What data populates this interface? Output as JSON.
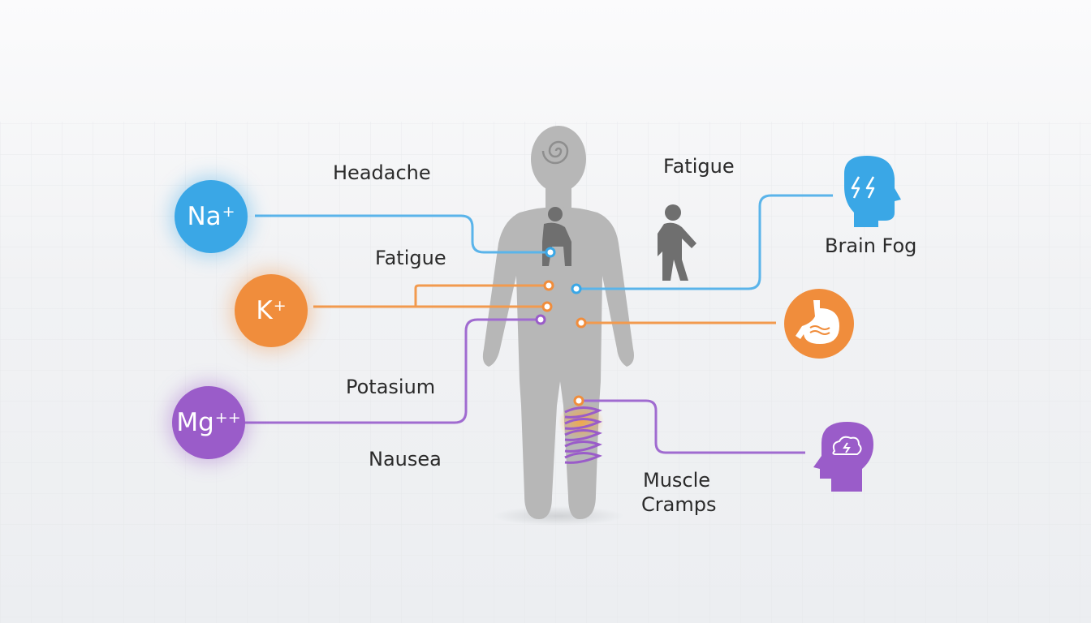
{
  "ions": {
    "sodium": {
      "label": "Na",
      "charge": "+",
      "color": "#3aa7e6"
    },
    "potassium": {
      "label": "K",
      "charge": "+",
      "color": "#f08d3c"
    },
    "magnesium": {
      "label": "Mg",
      "charge": "++",
      "color": "#9a5cc9"
    }
  },
  "labels": {
    "headache": "Headache",
    "fatigue_top": "Fatigue",
    "fatigue_mid": "Fatigue",
    "brain_fog": "Brain Fog",
    "potasium": "Potasium",
    "nausea": "Nausea",
    "muscle": "Muscle",
    "cramps": "Cramps"
  },
  "icons": {
    "brain_fog": "head-lightning-icon",
    "stomach": "stomach-icon",
    "cramps_head": "head-cloud-icon",
    "person_walking": "person-walking-icon",
    "person_sitting": "person-sitting-icon"
  },
  "colors": {
    "blue": "#3aa7e6",
    "orange": "#f08d3c",
    "purple": "#9a5cc9",
    "body": "#b5b5b5"
  }
}
